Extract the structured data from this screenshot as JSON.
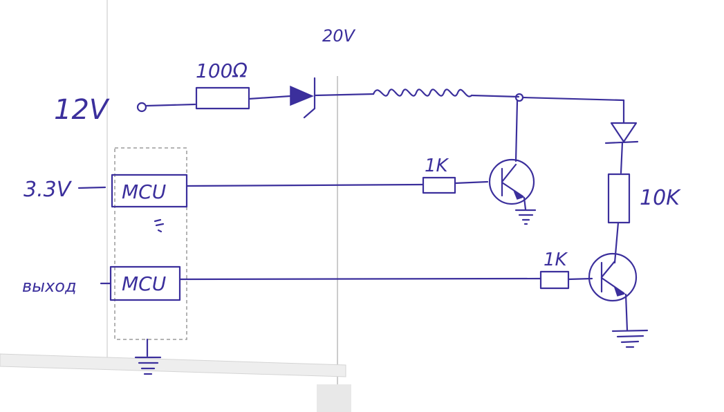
{
  "labels": {
    "supply_12v": "12V",
    "supply_3v3": "3.3V",
    "resistor_100": "100Ω",
    "zener_voltage": "20V",
    "resistor_1k_top": "1K",
    "resistor_1k_bottom": "1K",
    "resistor_10k": "10K",
    "mcu_top": "MCU",
    "mcu_bottom": "MCU",
    "bottom_input": "выход"
  },
  "colors": {
    "ink": "#3b2f9c",
    "paper": "#ffffff",
    "dashed_box": "#9a9a9a",
    "paper_edge": "#cfcfcf"
  }
}
